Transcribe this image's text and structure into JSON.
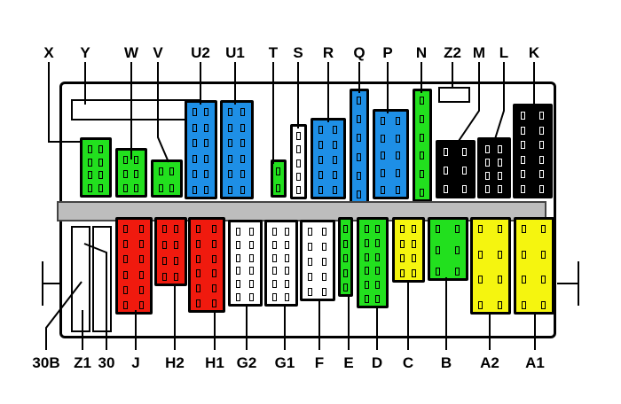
{
  "colors": {
    "green": "#22e01e",
    "blue": "#1e8fe6",
    "red": "#f01a0e",
    "white": "#ffffff",
    "black": "#000000",
    "yellow": "#f5f50f",
    "bar": "#bdbdbd"
  },
  "top_labels": [
    "X",
    "Y",
    "W",
    "V",
    "U2",
    "U1",
    "T",
    "S",
    "R",
    "Q",
    "P",
    "N",
    "Z2",
    "M",
    "L",
    "K"
  ],
  "bottom_labels": [
    "30B",
    "Z1",
    "30",
    "J",
    "H2",
    "H1",
    "G2",
    "G1",
    "F",
    "E",
    "D",
    "C",
    "B",
    "A2",
    "A1"
  ],
  "connectors": {
    "X": "green",
    "W": "green",
    "V": "green",
    "U2": "blue",
    "U1": "blue",
    "T": "green",
    "S": "white",
    "R": "blue",
    "Q": "blue",
    "P": "blue",
    "N": "green",
    "M": "black",
    "L": "black",
    "K": "black",
    "J": "red",
    "H2": "red",
    "H1": "red",
    "G2": "white",
    "G1": "white",
    "F": "white",
    "E": "green",
    "D": "green",
    "C": "yellow",
    "B": "green",
    "A2": "yellow",
    "A1": "yellow"
  }
}
